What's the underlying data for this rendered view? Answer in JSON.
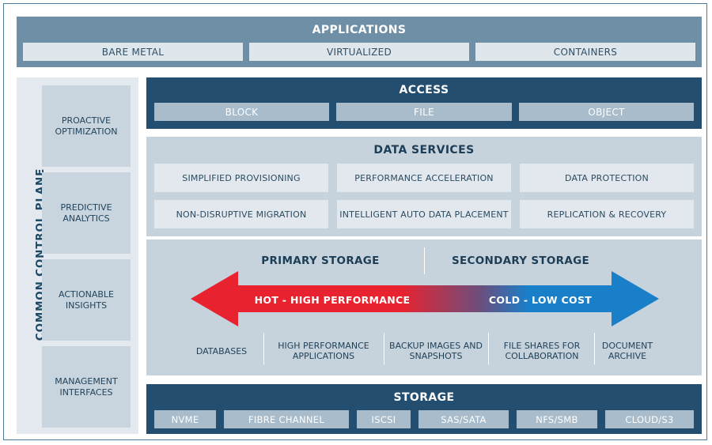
{
  "applications": {
    "title": "APPLICATIONS",
    "items": [
      "BARE METAL",
      "VIRTUALIZED",
      "CONTAINERS"
    ]
  },
  "control_plane": {
    "label": "COMMON CONTROL PLANE",
    "items": [
      "PROACTIVE OPTIMIZATION",
      "PREDICTIVE ANALYTICS",
      "ACTIONABLE INSIGHTS",
      "MANAGEMENT INTERFACES"
    ]
  },
  "access": {
    "title": "ACCESS",
    "items": [
      "BLOCK",
      "FILE",
      "OBJECT"
    ]
  },
  "data_services": {
    "title": "DATA SERVICES",
    "items": [
      "SIMPLIFIED PROVISIONING",
      "PERFORMANCE ACCELERATION",
      "DATA PROTECTION",
      "NON-DISRUPTIVE MIGRATION",
      "INTELLIGENT AUTO DATA PLACEMENT",
      "REPLICATION & RECOVERY"
    ]
  },
  "tiering": {
    "primary": "PRIMARY STORAGE",
    "secondary": "SECONDARY STORAGE",
    "hot": "HOT - HIGH PERFORMANCE",
    "cold": "COLD - LOW COST",
    "hot_color": "#e8232f",
    "cold_color": "#1a7fc9",
    "uses": [
      "DATABASES",
      "HIGH PERFORMANCE APPLICATIONS",
      "BACKUP IMAGES AND SNAPSHOTS",
      "FILE SHARES FOR COLLABORATION",
      "DOCUMENT ARCHIVE"
    ]
  },
  "storage": {
    "title": "STORAGE",
    "items": [
      "NVME",
      "FIBRE CHANNEL",
      "ISCSI",
      "SAS/SATA",
      "NFS/SMB",
      "CLOUD/S3"
    ]
  },
  "colors": {
    "dark_band": "#234e70",
    "top_band": "#6f8fa6",
    "light_panel": "#c6d3dd"
  }
}
